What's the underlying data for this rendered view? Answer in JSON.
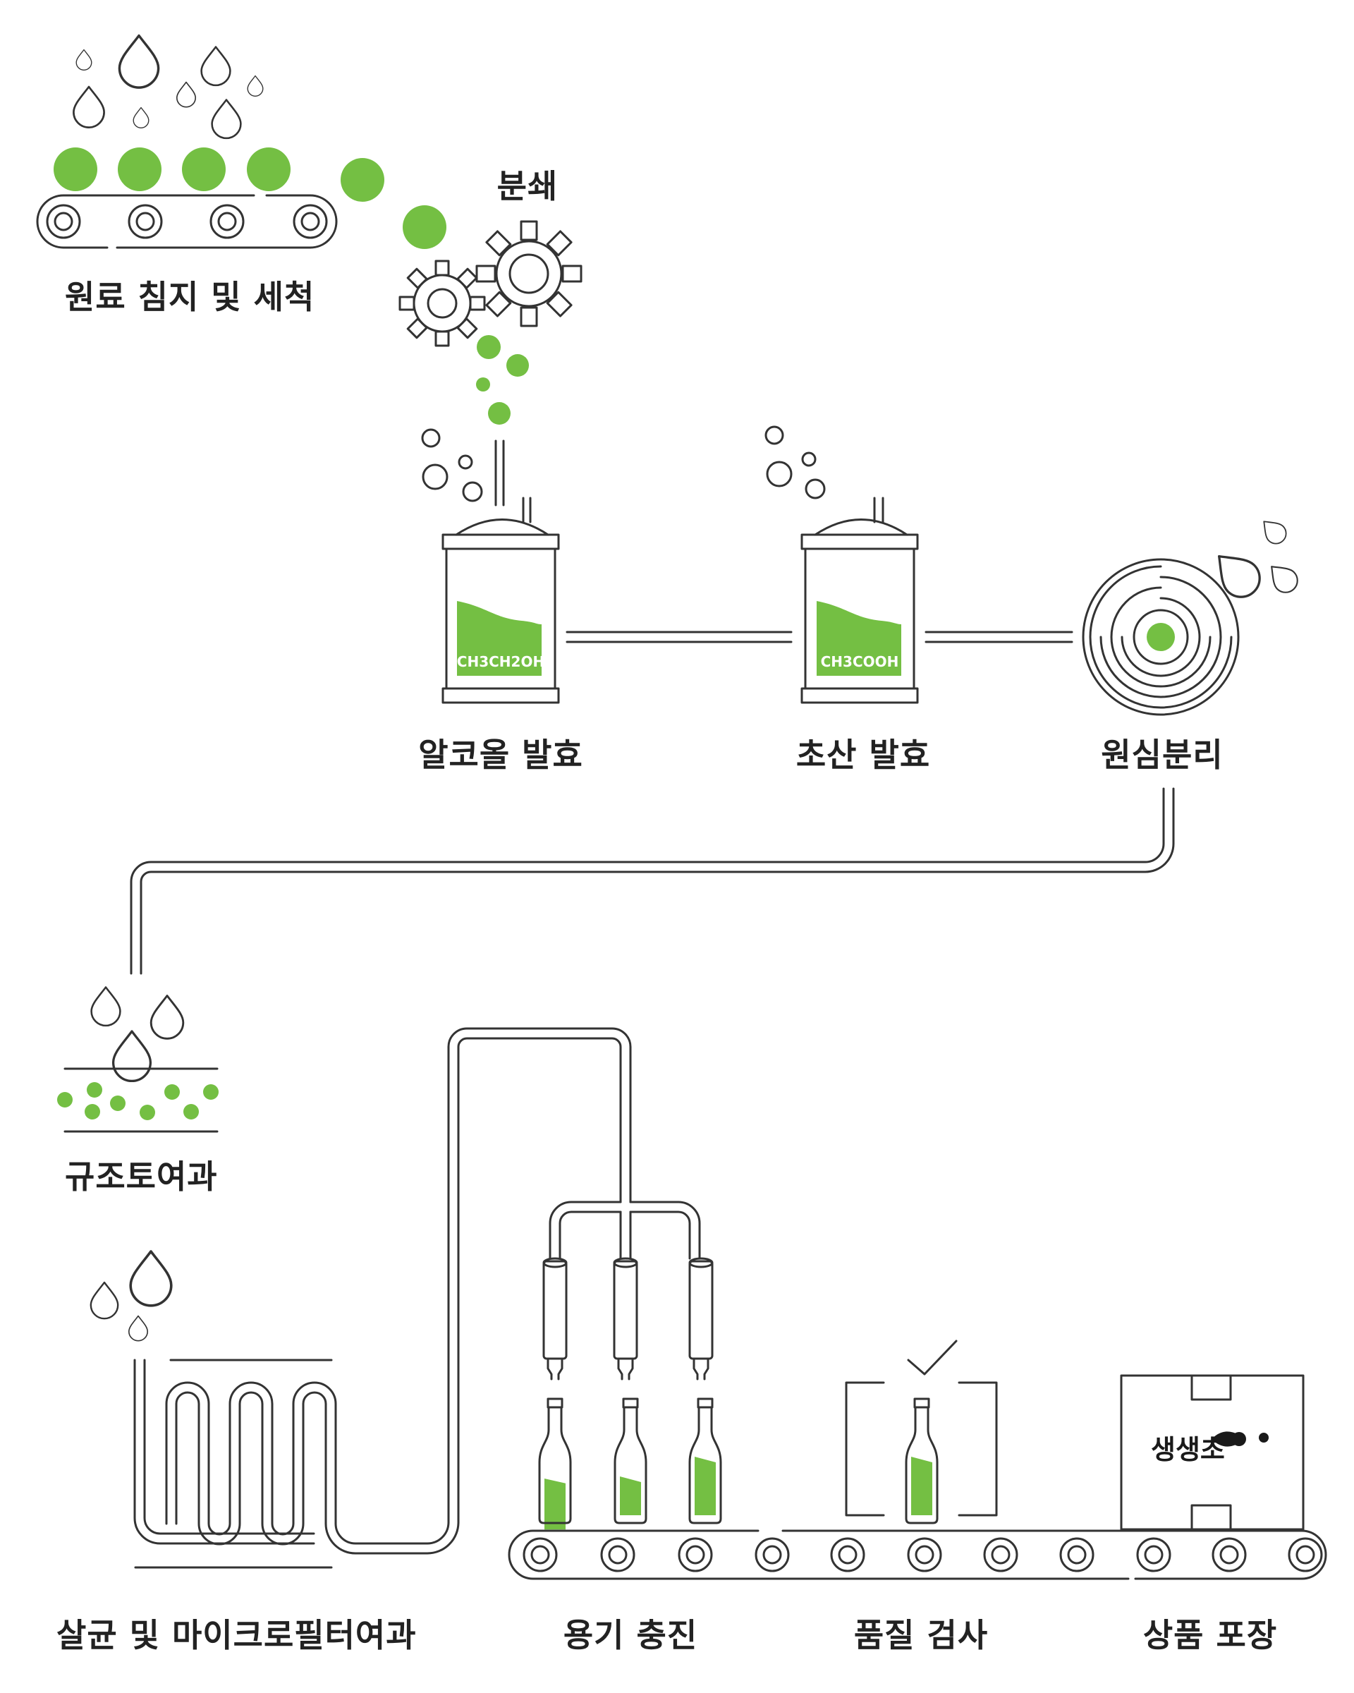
{
  "steps": {
    "soak_wash": "원료 침지 및 세척",
    "crush": "분쇄",
    "alcohol_ferment": "알코올 발효",
    "acetic_ferment": "초산 발효",
    "centrifuge": "원심분리",
    "diatomite_filter": "규조토여과",
    "sterilize_microfilter": "살균 및 마이크로필터여과",
    "bottling": "용기 충진",
    "quality_check": "품질 검사",
    "packaging": "상품 포장"
  },
  "tanks": {
    "alcohol_formula": "CH3CH2OH",
    "acetic_formula": "CH3COOH"
  },
  "package": {
    "brand": "생생초"
  },
  "colors": {
    "accent": "#74bf43",
    "line": "#333333"
  }
}
